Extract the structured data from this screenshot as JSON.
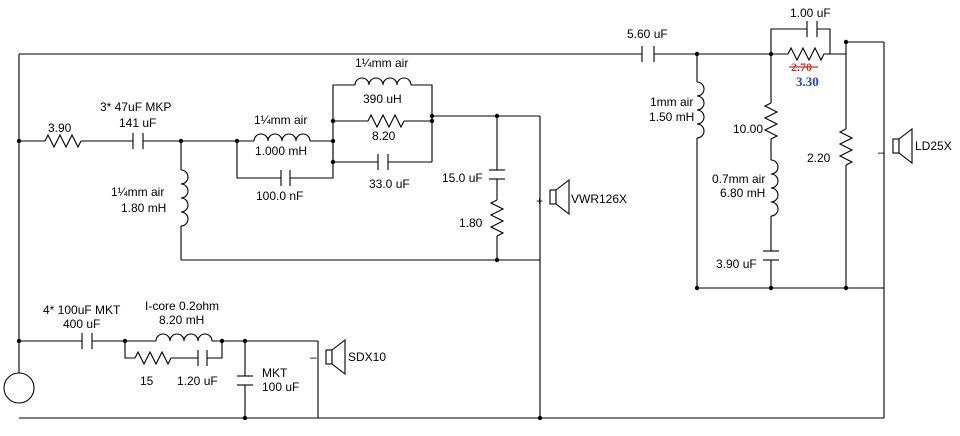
{
  "labels": {
    "r_3_90": "3.90",
    "c_mkp_note": "3* 47uF MKP",
    "c_141": "141 uF",
    "l_1_80_type": "1¼mm air",
    "l_1_80_val": "1.80 mH",
    "l_1_000_type": "1¼mm air",
    "l_1_000_val": "1.000 mH",
    "c_100nf": "100.0 nF",
    "l_390_type": "1¼mm air",
    "l_390_val": "390 uH",
    "r_8_20": "8.20",
    "c_33": "33.0 uF",
    "c_15": "15.0 uF",
    "r_1_80": "1.80",
    "spk_vwr": "VWR126X",
    "c_mkt_note": "4* 100uF MKT",
    "c_400": "400 uF",
    "l_8_20_type": "I-core  0.2ohm",
    "l_8_20_val": "8.20 mH",
    "r_15": "15",
    "c_1_20": "1.20 uF",
    "c_mkt_label": "MKT",
    "c_100": "100 uF",
    "spk_sdx": "SDX10",
    "c_5_60": "5.60 uF",
    "c_1_00": "1.00 uF",
    "r_old": "2.70",
    "r_new": "3.30",
    "l_1_50_type": "1mm air",
    "l_1_50_val": "1.50 mH",
    "r_10": "10.00",
    "l_6_80_type": "0.7mm air",
    "l_6_80_val": "6.80 mH",
    "c_3_90": "3.90 uF",
    "r_2_20": "2.20",
    "spk_ld": "LD25X",
    "plus": "+",
    "minus": "–"
  }
}
